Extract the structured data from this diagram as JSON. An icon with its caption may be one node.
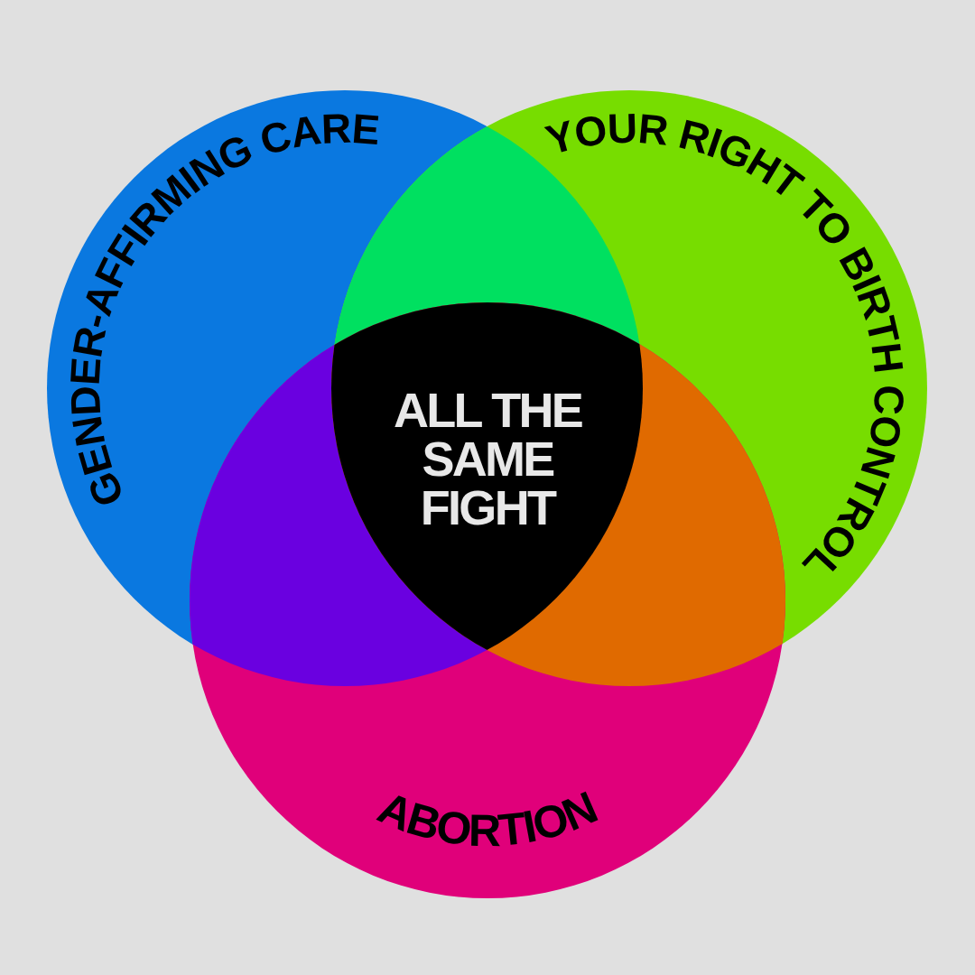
{
  "diagram": {
    "nodes": [
      {
        "text": [
          "GENDER-AFFIRMING CARE"
        ]
      },
      {
        "text": [
          "YOUR RIGHT TO BIRTH CONTROL"
        ]
      },
      {
        "text": [
          "ABORTION"
        ]
      },
      {
        "text": [
          "ALL THE SAME FIGHT"
        ]
      }
    ]
  }
}
